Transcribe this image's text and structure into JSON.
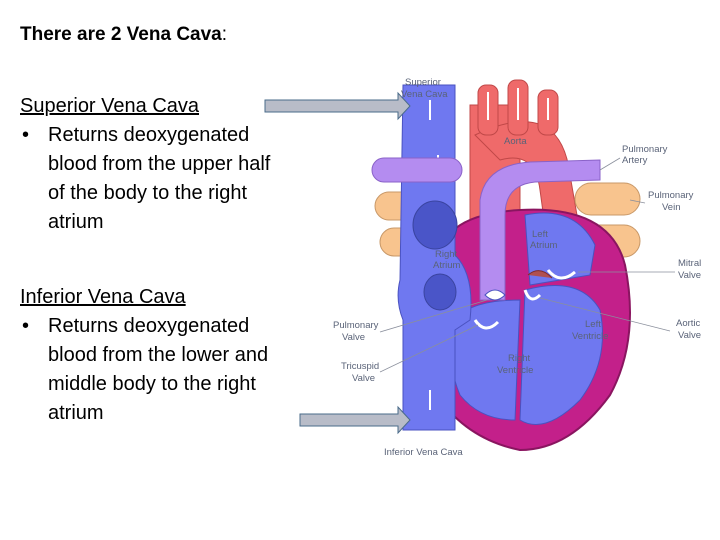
{
  "slide": {
    "title_bold": "There are 2 Vena Cava",
    "title_colon": ":",
    "superior": {
      "heading": "Superior Vena Cava",
      "bullet_lines": [
        "Returns deoxygenated",
        "blood from the upper half",
        "of the body to the right",
        "atrium"
      ]
    },
    "inferior": {
      "heading": "Inferior Vena Cava",
      "bullet_lines": [
        "Returns deoxygenated",
        "blood from the lower and",
        "middle body to the right",
        "atrium"
      ]
    },
    "bullet_glyph": "•"
  },
  "diagram": {
    "labels": {
      "superior_vena_cava": [
        "Superior",
        "Vena Cava"
      ],
      "aorta": "Aorta",
      "pulmonary_artery": [
        "Pulmonary",
        "Artery"
      ],
      "pulmonary_vein": [
        "Pulmonary",
        "Vein"
      ],
      "left_atrium": [
        "Left",
        "Atrium"
      ],
      "right_atrium": [
        "Right",
        "Atrium"
      ],
      "mitral_valve": [
        "Mitral",
        "Valve"
      ],
      "pulmonary_valve": [
        "Pulmonary",
        "Valve"
      ],
      "left_ventricle": [
        "Left",
        "Ventricle"
      ],
      "aortic_valve": [
        "Aortic",
        "Valve"
      ],
      "tricuspid_valve": [
        "Tricuspid",
        "Valve"
      ],
      "right_ventricle": [
        "Right",
        "Ventricle"
      ],
      "inferior_vena_cava": "Inferior Vena Cava"
    },
    "colors": {
      "deoxygenated": "#6f78f0",
      "oxygenated": "#ef6a6a",
      "pulmonary_vein": "#f8c48e",
      "pulmonary_artery": "#b48cf0",
      "heart_wall": "#c3208a",
      "arrow_fill": "#b8bcc8"
    }
  }
}
